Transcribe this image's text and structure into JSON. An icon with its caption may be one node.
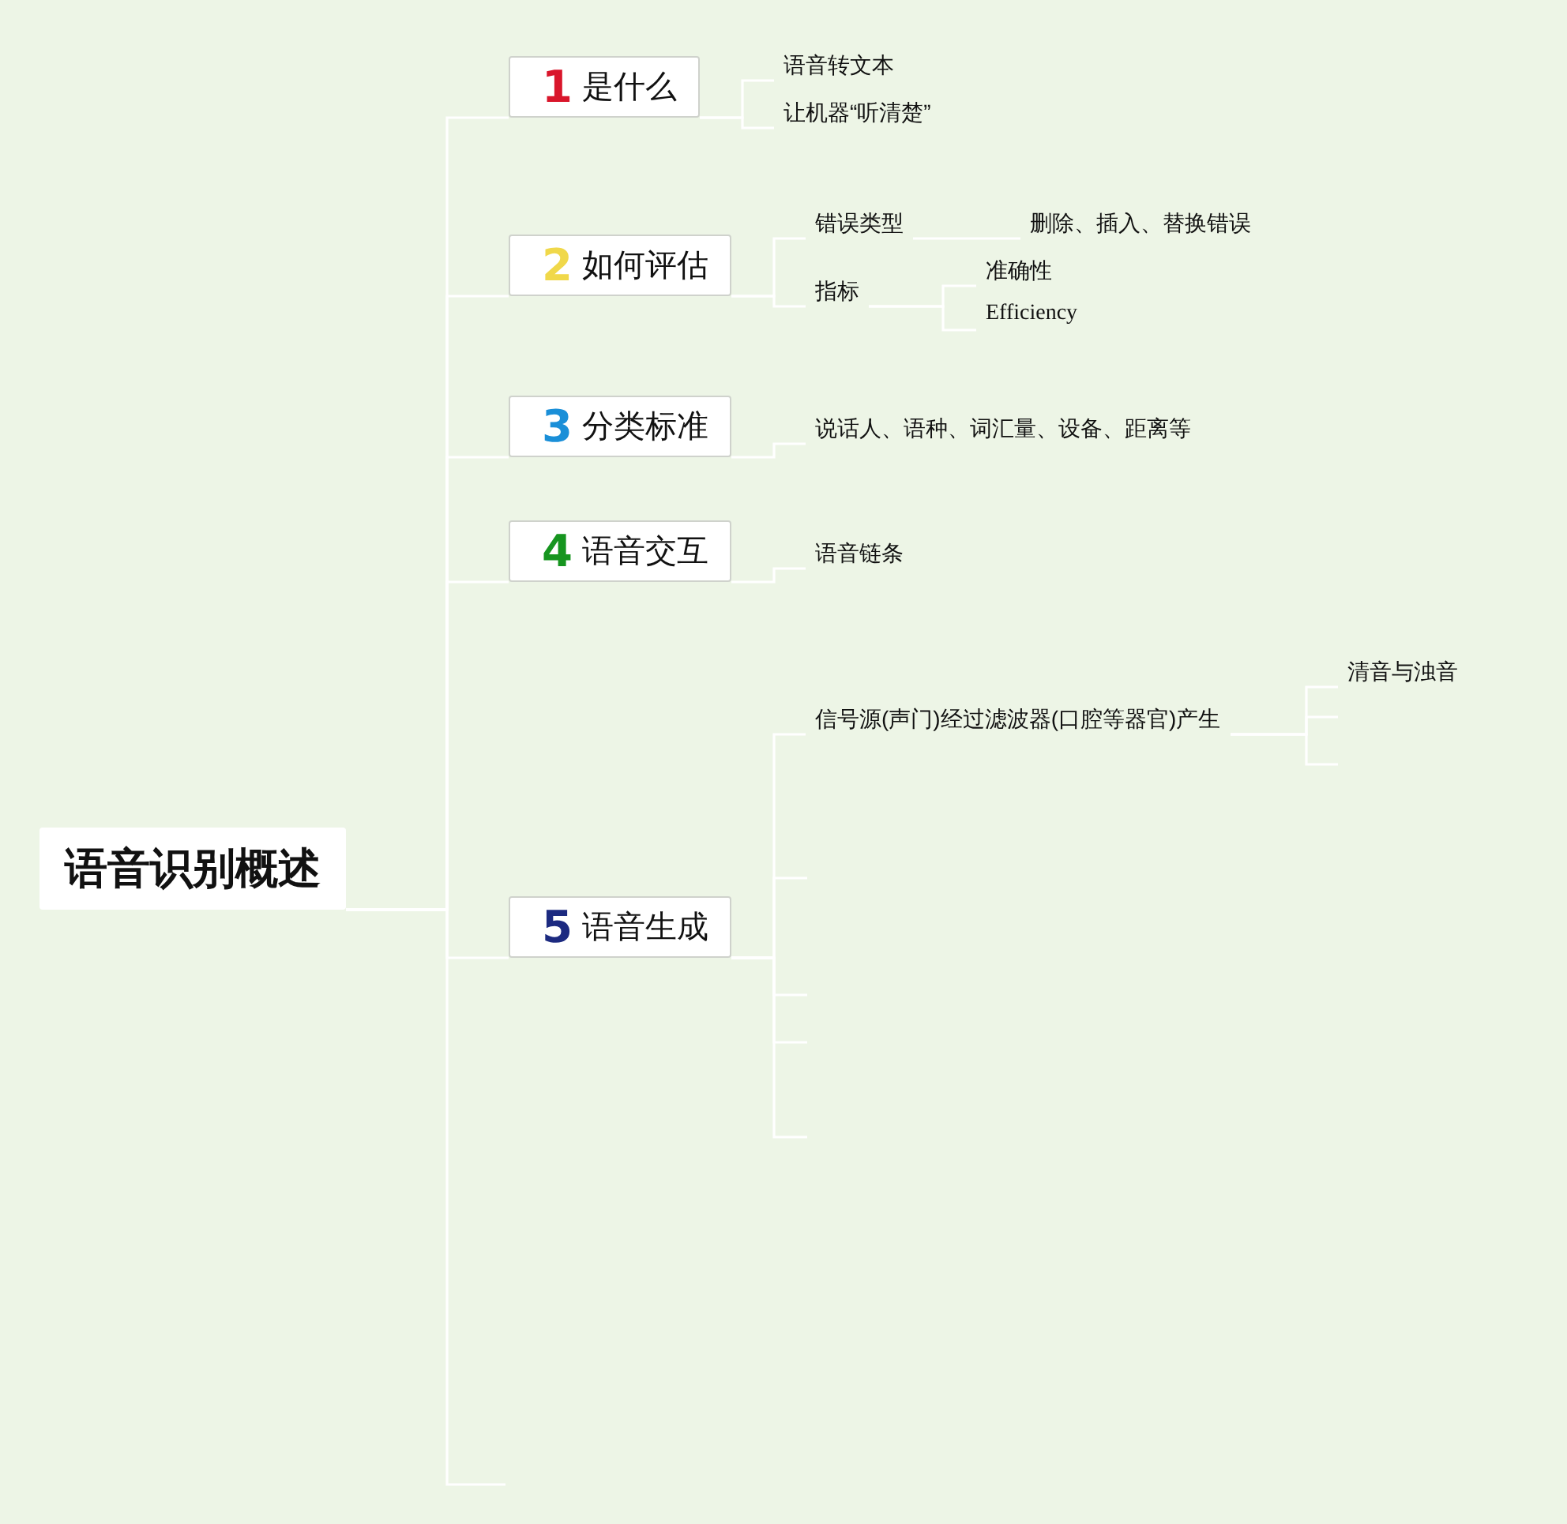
{
  "diagram": {
    "nodes": [
      {
        "text": [
          "语音识别概述"
        ]
      },
      {
        "text": [
          "1",
          "是什么"
        ]
      },
      {
        "text": [
          "语音转文本"
        ]
      },
      {
        "text": [
          "让机器“听清楚”"
        ]
      },
      {
        "text": [
          "2",
          "如何评估"
        ]
      },
      {
        "text": [
          "错误类型"
        ]
      },
      {
        "text": [
          "删除、插入、替换错误"
        ]
      },
      {
        "text": [
          "指标"
        ]
      },
      {
        "text": [
          "准确性"
        ]
      },
      {
        "text": [
          "Efficiency"
        ]
      },
      {
        "text": [
          "3",
          "分类标准"
        ]
      },
      {
        "text": [
          "说话人、语种、词汇量、设备、距离等"
        ]
      },
      {
        "text": [
          "4",
          "语音交互"
        ]
      },
      {
        "text": [
          "语音链条"
        ]
      },
      {
        "text": [
          "5",
          "语音生成"
        ]
      },
      {
        "text": [
          "信号源(声门)经过滤波器(口腔等器官)产生"
        ]
      },
      {
        "text": [
          "清音与浊音"
        ]
      }
    ],
    "edges": [
      {
        "from": 0,
        "to": 1,
        "arrow": "none",
        "color": "#ffffff"
      },
      {
        "from": 0,
        "to": 4,
        "arrow": "none",
        "color": "#ffffff"
      },
      {
        "from": 0,
        "to": 10,
        "arrow": "none",
        "color": "#ffffff"
      },
      {
        "from": 0,
        "to": 12,
        "arrow": "none",
        "color": "#ffffff"
      },
      {
        "from": 0,
        "to": 14,
        "arrow": "none",
        "color": "#ffffff"
      },
      {
        "from": 0,
        "to": null,
        "arrow": "none",
        "color": "#ffffff"
      },
      {
        "from": 1,
        "to": 2,
        "arrow": "none",
        "color": "#ffffff"
      },
      {
        "from": 1,
        "to": 3,
        "arrow": "none",
        "color": "#ffffff"
      },
      {
        "from": 4,
        "to": 5,
        "arrow": "none",
        "color": "#ffffff"
      },
      {
        "from": 4,
        "to": 7,
        "arrow": "none",
        "color": "#ffffff"
      },
      {
        "from": 5,
        "to": 6,
        "arrow": "none",
        "color": "#ffffff"
      },
      {
        "from": 7,
        "to": 8,
        "arrow": "none",
        "color": "#ffffff"
      },
      {
        "from": 7,
        "to": 9,
        "arrow": "none",
        "color": "#ffffff"
      },
      {
        "from": 10,
        "to": 11,
        "arrow": "none",
        "color": "#ffffff"
      },
      {
        "from": 12,
        "to": 13,
        "arrow": "none",
        "color": "#ffffff"
      },
      {
        "from": 14,
        "to": 15,
        "arrow": "none",
        "color": "#ffffff"
      },
      {
        "from": 14,
        "to": null,
        "arrow": "none",
        "color": "#ffffff"
      },
      {
        "from": 14,
        "to": null,
        "arrow": "none",
        "color": "#ffffff"
      },
      {
        "from": 14,
        "to": null,
        "arrow": "none",
        "color": "#ffffff"
      },
      {
        "from": 14,
        "to": null,
        "arrow": "none",
        "color": "#ffffff"
      },
      {
        "from": 15,
        "to": 16,
        "arrow": "none",
        "color": "#ffffff"
      },
      {
        "from": 15,
        "to": null,
        "arrow": "none",
        "color": "#ffffff"
      },
      {
        "from": 15,
        "to": null,
        "arrow": "none",
        "color": "#ffffff"
      }
    ]
  }
}
